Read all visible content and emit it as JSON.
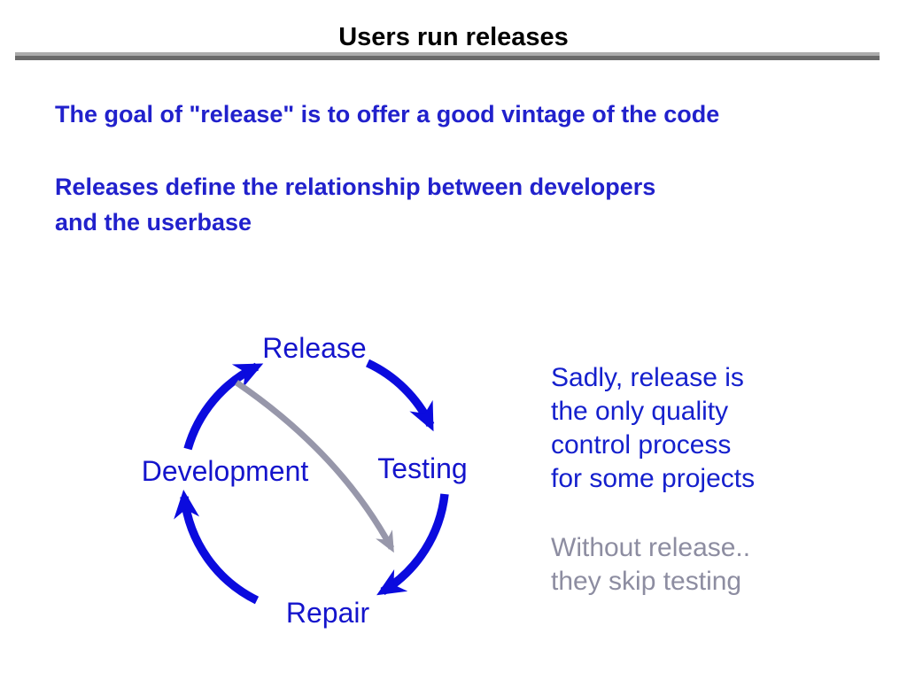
{
  "slide": {
    "title": "Users run releases",
    "intro": {
      "line1": "The goal of \"release\" is to offer a good vintage of the code",
      "line2": "Releases define the relationship between developers",
      "line3": "and the userbase"
    },
    "cycle": {
      "top": "Release",
      "right": "Testing",
      "bottom": "Repair",
      "left": "Development",
      "flow": "Release -> Testing -> Repair -> Development -> Release",
      "shortcut": "Release -> Repair (skipping Testing)"
    },
    "note_blue": {
      "line1": "Sadly, release is",
      "line2": "the only quality",
      "line3": "control process",
      "line4": "for some projects"
    },
    "note_gray": {
      "line1": "Without release..",
      "line2": "they skip testing"
    },
    "colors": {
      "title_black": "#000000",
      "intro_blue": "#2121cc",
      "label_blue": "#1414cc",
      "note_blue": "#1520cd",
      "arrow_blue": "#0b0bde",
      "gray_arrow": "#9797aa",
      "gray_text": "#8d8da1",
      "rule_light": "#ababab",
      "rule_dark": "#6a6a6a"
    }
  }
}
